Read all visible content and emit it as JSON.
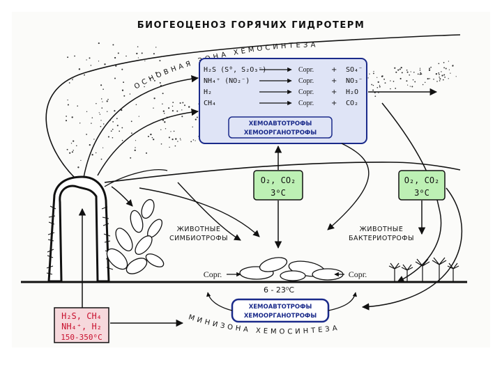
{
  "title": "БИОГЕОЦЕНОЗ ГОРЯЧИХ ГИДРОТЕРМ",
  "main_zone_label": "ОСНОВНАЯ ЗОНА ХЕМОСИНТЕЗА",
  "mini_zone_label": "МИНИЗОНА ХЕМОСИНТЕЗА",
  "reactions": [
    {
      "left": "H₂S (S⁰, S₂O₃⁻)",
      "right": "Сорг.",
      "plus": "+",
      "product": "SO₄⁻"
    },
    {
      "left": "NH₄⁺ (NO₂⁻)",
      "right": "Сорг.",
      "plus": "+",
      "product": "NO₃⁻"
    },
    {
      "left": "H₂",
      "right": "Сорг.",
      "plus": "+",
      "product": "H₂O"
    },
    {
      "left": "CH₄",
      "right": "Сорг.",
      "plus": "+",
      "product": "CO₂"
    }
  ],
  "upper_box": {
    "line1": "ХЕМОАВТОТРОФЫ",
    "line2": "ХЕМООРГАНОТРОФЫ"
  },
  "lower_box": {
    "line1": "ХЕМОАВТОТРОФЫ",
    "line2": "ХЕМООРГАНОТРОФЫ"
  },
  "gas_box_center": {
    "line1": "O₂, CO₂",
    "line2": "3⁰C"
  },
  "gas_box_right": {
    "line1": "O₂, CO₂",
    "line2": "3⁰C"
  },
  "symbiotrophs": {
    "line1": "ЖИВОТНЫЕ",
    "line2": "СИМБИОТРОФЫ"
  },
  "bacteriotrophs": {
    "line1": "ЖИВОТНЫЕ",
    "line2": "БАКТЕРИОТРОФЫ"
  },
  "corg_left": "Сорг.",
  "corg_right": "Сорг.",
  "bottom_temp": "6 - 23⁰C",
  "source_box": {
    "line1": "H₂S, CH₄",
    "line2": "NH₄⁺, H₂",
    "line3": "150-350⁰C"
  },
  "colors": {
    "upper_box_fill": "#dfe4f6",
    "upper_box_border": "#1a2a8a",
    "gas_fill": "#bdf0b4",
    "source_fill": "#f6d8dc",
    "source_text": "#c8102e"
  }
}
